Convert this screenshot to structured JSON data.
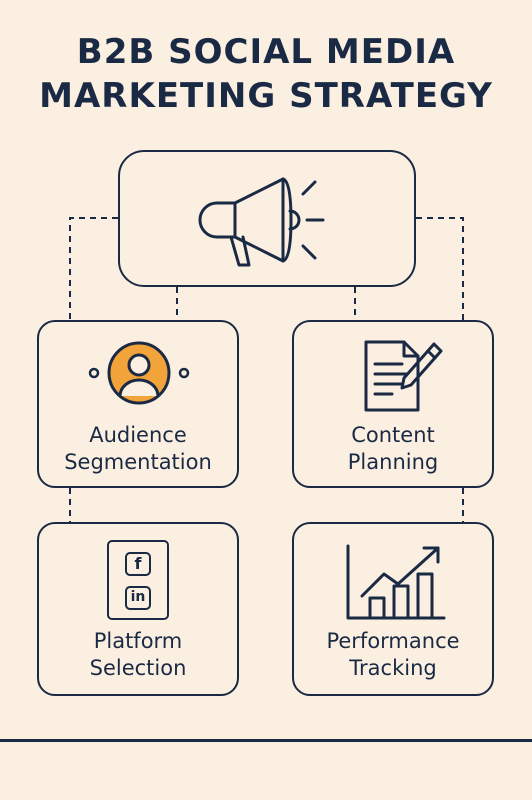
{
  "title": {
    "line1": "B2B SOCIAL MEDIA",
    "line2": "MARKETING STRATEGY"
  },
  "hub": {
    "icon": "megaphone-icon"
  },
  "cards": [
    {
      "line1": "Audience",
      "line2": "Segmentation",
      "icon": "user-icon"
    },
    {
      "line1": "Content",
      "line2": "Planning",
      "icon": "document-pen-icon"
    },
    {
      "line1": "Platform",
      "line2": "Selection",
      "icon": "social-platforms-icon"
    },
    {
      "line1": "Performance",
      "line2": "Tracking",
      "icon": "growth-chart-icon"
    }
  ],
  "platform_icons": {
    "facebook": "f",
    "linkedin": "in"
  },
  "colors": {
    "background": "#fbefe1",
    "ink": "#1b2a44",
    "accent": "#f2a33a"
  }
}
